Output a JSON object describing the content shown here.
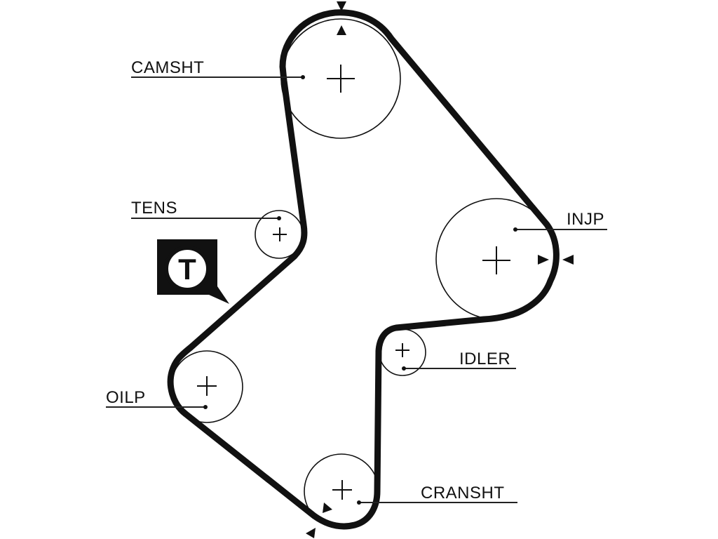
{
  "labels": {
    "camshaft": "CAMSHT",
    "tensioner": "TENS",
    "injection_pump": "INJP",
    "idler": "IDLER",
    "oil_pump": "OILP",
    "crankshaft": "CRANSHT"
  },
  "tensioner_badge": {
    "letter": "T",
    "badge_color": "#111111",
    "letter_color": "#111111",
    "inner_color": "#ffffff"
  },
  "belt_color": "#111111"
}
